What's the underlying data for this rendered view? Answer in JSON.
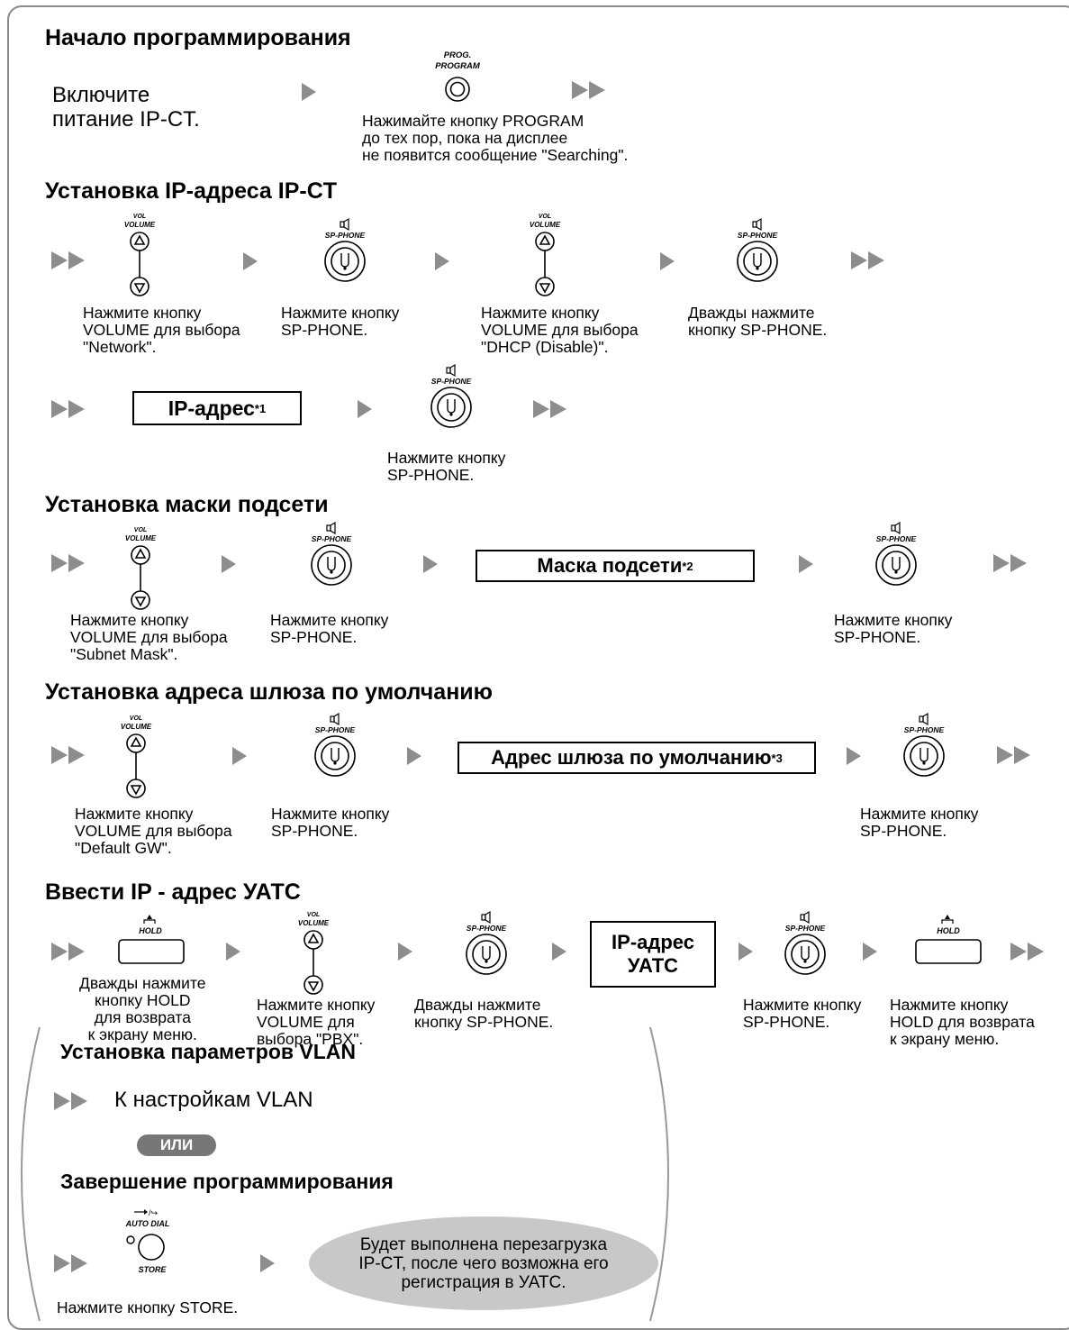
{
  "sections": {
    "start": {
      "heading": "Начало программирования",
      "power_on": "Включите\nпитание IP-CT.",
      "prog_label_small": "PROG.",
      "prog_label": "PROGRAM",
      "prog_desc": "Нажимайте кнопку PROGRAM\nдо тех пор, пока на дисплее\nне появится сообщение \"Searching\"."
    },
    "ip_address": {
      "heading": "Установка IP-адреса IP-CT",
      "step1": "Нажмите кнопку\nVOLUME для выбора\n\"Network\".",
      "step2": "Нажмите кнопку\nSP-PHONE.",
      "step3": "Нажмите кнопку\nVOLUME для выбора\n\"DHCP (Disable)\".",
      "step4": "Дважды нажмите\nкнопку SP-PHONE.",
      "box": "IP-адрес",
      "box_sup": "*1",
      "step5": "Нажмите кнопку\nSP-PHONE."
    },
    "subnet": {
      "heading": "Установка маски подсети",
      "step1": "Нажмите кнопку\nVOLUME для выбора\n\"Subnet Mask\".",
      "step2": "Нажмите кнопку\nSP-PHONE.",
      "box": "Маска подсети",
      "box_sup": "*2",
      "step3": "Нажмите кнопку\nSP-PHONE."
    },
    "gateway": {
      "heading": "Установка адреса шлюза по умолчанию",
      "step1": "Нажмите кнопку\nVOLUME для выбора\n\"Default GW\".",
      "step2": "Нажмите кнопку\nSP-PHONE.",
      "box": "Адрес шлюза по умолчанию",
      "box_sup": "*3",
      "step3": "Нажмите кнопку\nSP-PHONE."
    },
    "pbx": {
      "heading": "Ввести IP - адрес УАТС",
      "step1": "Дважды нажмите\nкнопку HOLD\nдля возврата\nк экрану меню.",
      "step2": "Нажмите кнопку\nVOLUME для\nвыбора \"PBX\".",
      "step3": "Дважды нажмите\nкнопку SP-PHONE.",
      "box": "IP-адрес\nУАТС",
      "step4": "Нажмите кнопку\nSP-PHONE.",
      "step5": "Нажмите кнопку\nHOLD для возврата\nк экрану меню."
    },
    "vlan": {
      "heading": "Установка параметров VLAN",
      "to_vlan": "К настройкам VLAN",
      "or": "ИЛИ",
      "end_heading": "Завершение программирования",
      "auto_dial": "AUTO DIAL",
      "store": "STORE",
      "store_desc": "Нажмите кнопку STORE.",
      "result": "Будет выполнена перезагрузка\nIP-CT, после чего возможна его\nрегистрация в УАТС."
    }
  },
  "buttons": {
    "vol_small": "VOL",
    "volume": "VOLUME",
    "sp_phone": "SP-PHONE",
    "hold": "HOLD"
  },
  "colors": {
    "arrow": "#8d8d8d",
    "oval": "#c8c8c8",
    "pill": "#777777",
    "frame": "#8a8a8a"
  }
}
